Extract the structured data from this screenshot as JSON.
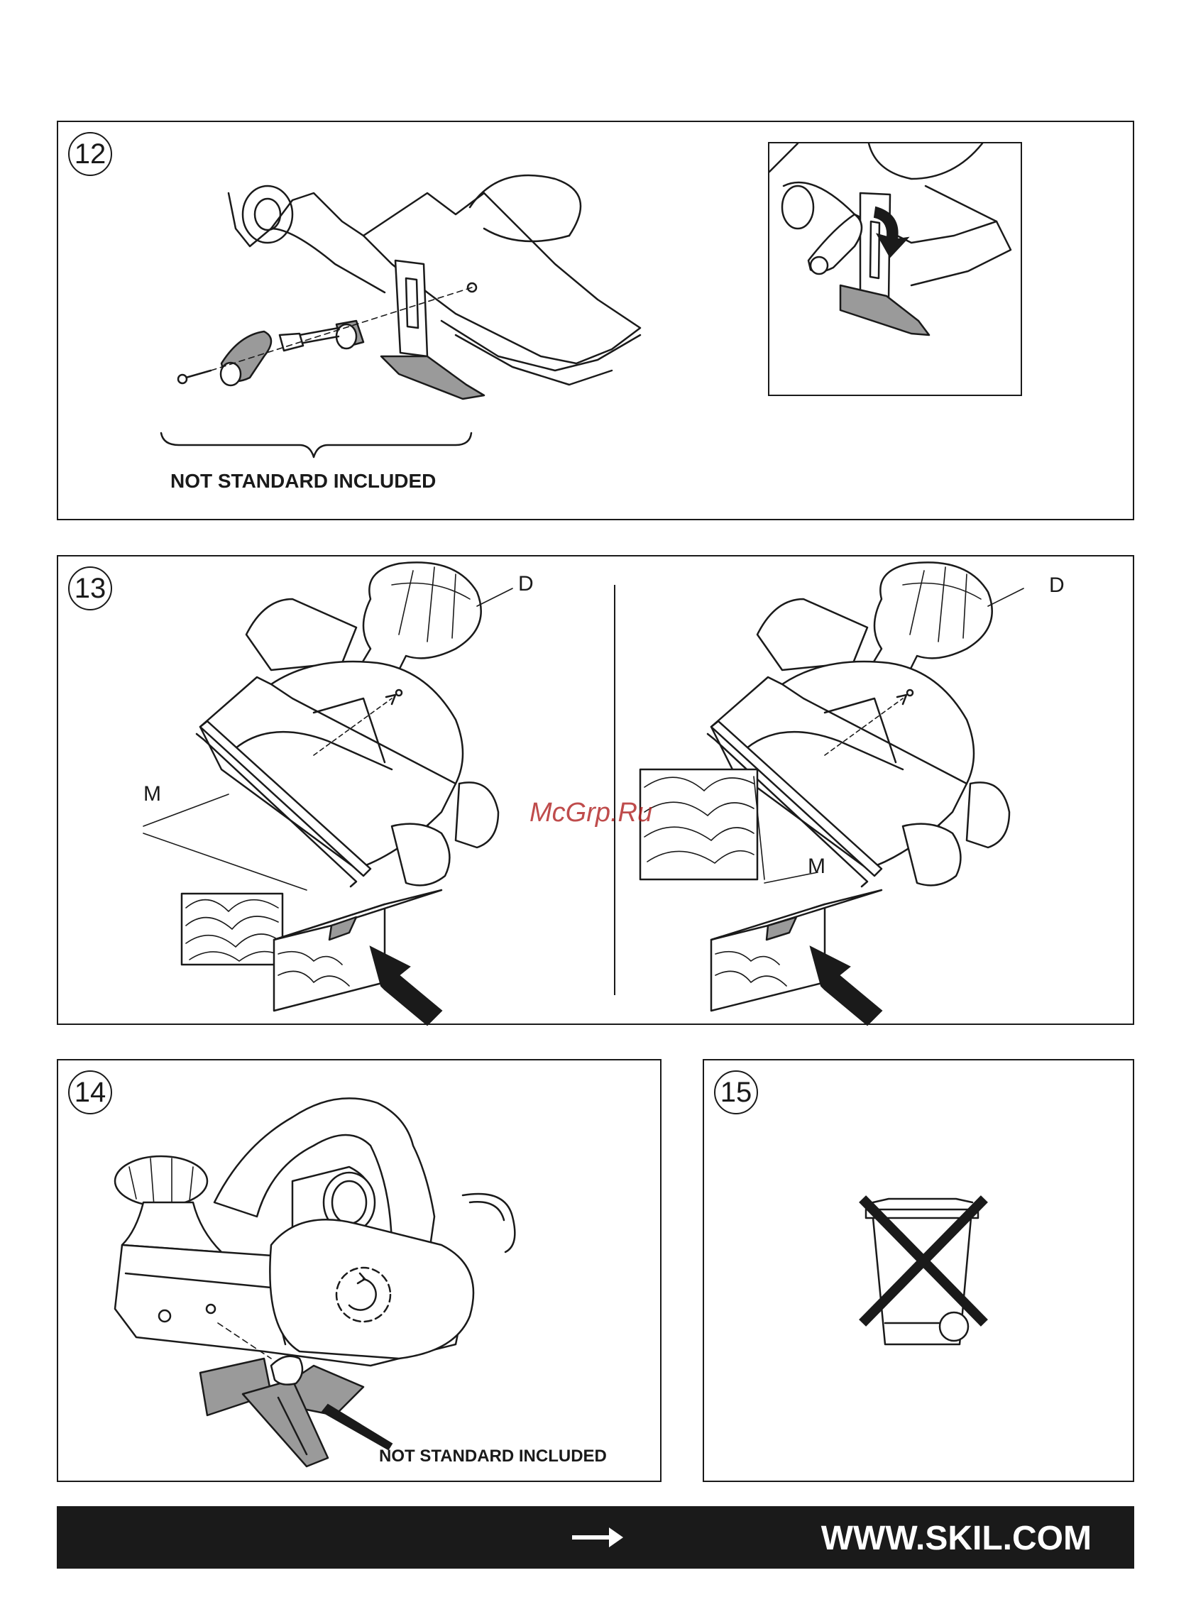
{
  "figures": {
    "fig12": {
      "number": "12",
      "caption": "NOT STANDARD INCLUDED"
    },
    "fig13": {
      "number": "13",
      "left_top_label": "D",
      "left_side_label": "M",
      "right_top_label": "D",
      "right_side_label": "M"
    },
    "fig14": {
      "number": "14",
      "caption": "NOT STANDARD INCLUDED"
    },
    "fig15": {
      "number": "15"
    }
  },
  "watermark": "McGrp.Ru",
  "footer": {
    "arrow_icon": "arrow-right-icon",
    "url": "WWW.SKIL.COM"
  },
  "colors": {
    "ink": "#1a1a1a",
    "footer_bg": "#1a1a1a",
    "footer_text": "#ffffff",
    "watermark": "#b02020"
  }
}
